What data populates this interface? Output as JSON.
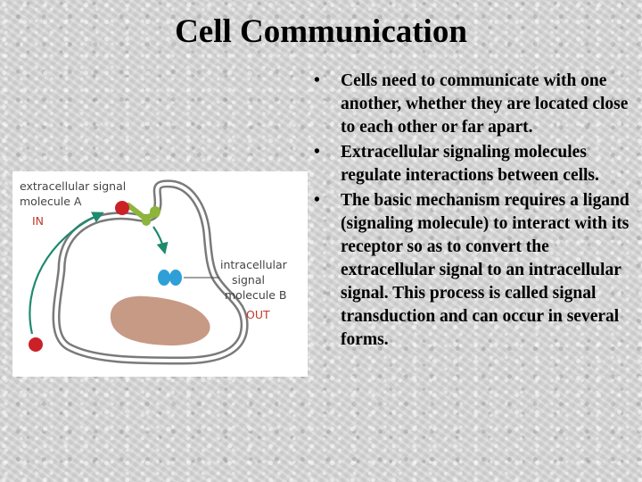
{
  "title": "Cell Communication",
  "bullets": [
    "Cells need to communicate with one another, whether they are located close to each other or far apart.",
    "Extracellular signaling molecules regulate interactions between cells.",
    "The basic mechanism requires a ligand (signaling molecule) to interact with its receptor so as to convert the extracellular signal to an intracellular signal. This process is called signal transduction and can occur in several forms."
  ],
  "bullet_glyph": "•",
  "figure": {
    "label_extracellular_line1": "extracellular signal",
    "label_extracellular_line2": "molecule A",
    "label_in": "IN",
    "label_intracellular_line1": "intracellular",
    "label_intracellular_line2": "signal",
    "label_intracellular_line3": "molecule B",
    "label_out": "OUT"
  },
  "colors": {
    "membrane": "#7a7a7a",
    "nucleus": "#c79a86",
    "signal_red": "#cc2027",
    "receptor": "#8db53a",
    "molecule_b": "#2f9fd8",
    "arrow": "#1e8a6e",
    "label_red": "#c0392b"
  }
}
